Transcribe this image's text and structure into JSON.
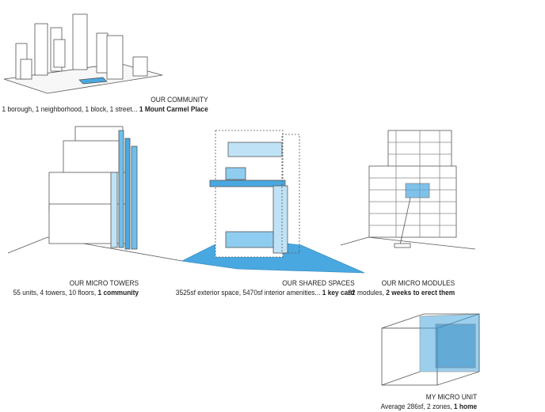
{
  "captions": {
    "community": {
      "title": "OUR COMMUNITY",
      "text": "1 borough, 1 neighborhood, 1 block, 1 street...",
      "bold": "1 Mount Carmel Place"
    },
    "towers": {
      "title": "OUR MICRO TOWERS",
      "text": "55 units, 4 towers, 10 floors,",
      "bold": "1 community"
    },
    "shared": {
      "title": "OUR SHARED SPACES",
      "text": "3525sf exterior space, 5470sf interior amenities...",
      "bold": "1 key card"
    },
    "modules": {
      "title": "OUR MICRO MODULES",
      "text": "92 modules,",
      "bold": "2 weeks to erect them"
    },
    "unit": {
      "title": "MY MICRO UNIT",
      "text": "Average 286sf, 2 zones,",
      "bold": "1 home"
    }
  },
  "colors": {
    "accent": "#4aa8e0",
    "accent_light": "#bfe2f6",
    "line": "#444444"
  }
}
